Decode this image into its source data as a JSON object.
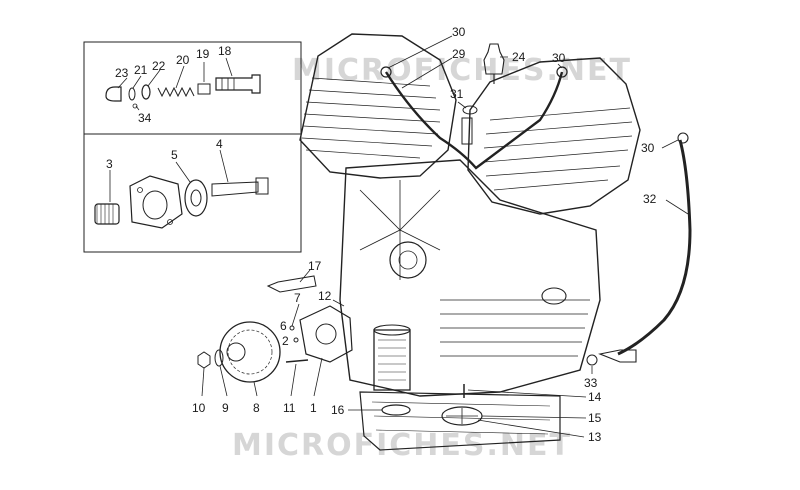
{
  "watermark": {
    "top_text": "MICROFICHES.NET",
    "bottom_text": "MICROFICHES.NET"
  },
  "callouts": [
    {
      "id": "c18",
      "text": "18"
    },
    {
      "id": "c19",
      "text": "19"
    },
    {
      "id": "c20",
      "text": "20"
    },
    {
      "id": "c21",
      "text": "21"
    },
    {
      "id": "c22",
      "text": "22"
    },
    {
      "id": "c23",
      "text": "23"
    },
    {
      "id": "c34",
      "text": "34"
    },
    {
      "id": "c3",
      "text": "3"
    },
    {
      "id": "c5",
      "text": "5"
    },
    {
      "id": "c4",
      "text": "4"
    },
    {
      "id": "c30a",
      "text": "30"
    },
    {
      "id": "c29",
      "text": "29"
    },
    {
      "id": "c24",
      "text": "24"
    },
    {
      "id": "c30b",
      "text": "30"
    },
    {
      "id": "c31",
      "text": "31"
    },
    {
      "id": "c30c",
      "text": "30"
    },
    {
      "id": "c32",
      "text": "32"
    },
    {
      "id": "c17",
      "text": "17"
    },
    {
      "id": "c7",
      "text": "7"
    },
    {
      "id": "c12",
      "text": "12"
    },
    {
      "id": "c6",
      "text": "6"
    },
    {
      "id": "c2",
      "text": "2"
    },
    {
      "id": "c10",
      "text": "10"
    },
    {
      "id": "c9",
      "text": "9"
    },
    {
      "id": "c8",
      "text": "8"
    },
    {
      "id": "c11",
      "text": "11"
    },
    {
      "id": "c1",
      "text": "1"
    },
    {
      "id": "c16",
      "text": "16"
    },
    {
      "id": "c33",
      "text": "33"
    },
    {
      "id": "c14",
      "text": "14"
    },
    {
      "id": "c15",
      "text": "15"
    },
    {
      "id": "c13",
      "text": "13"
    }
  ]
}
